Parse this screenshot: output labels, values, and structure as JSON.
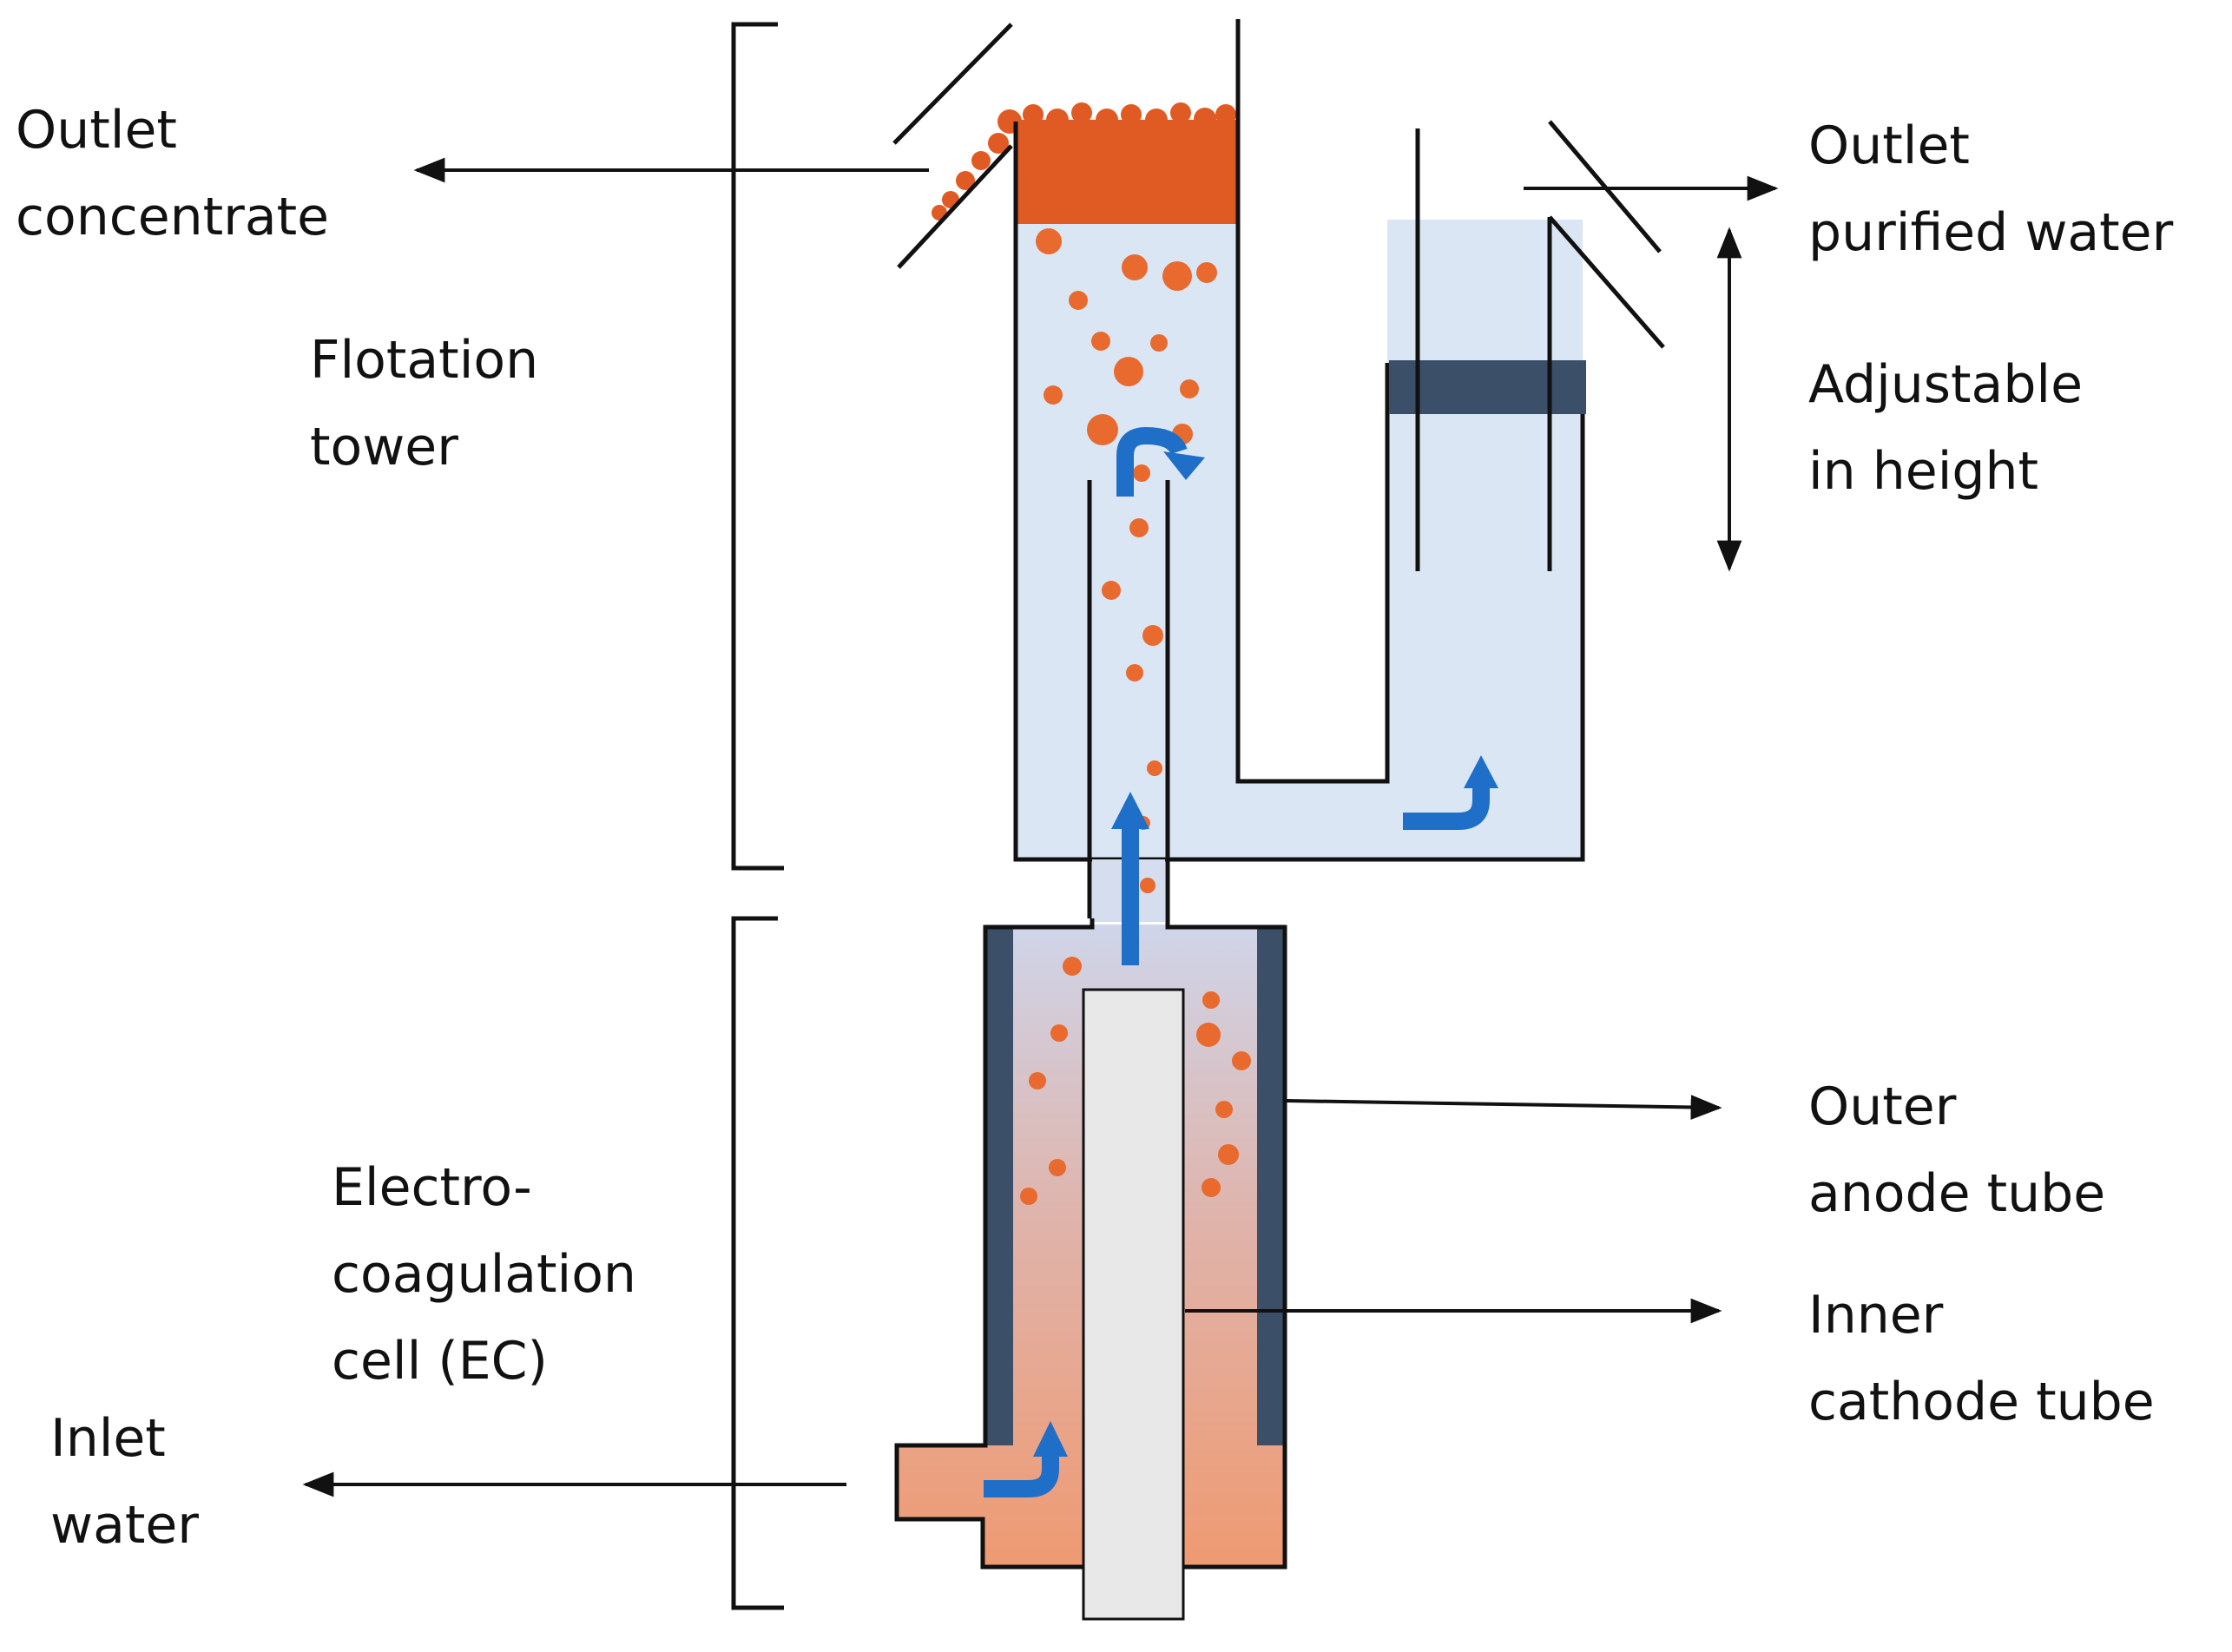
{
  "labels": {
    "outlet_concentrate": [
      "Outlet",
      "concentrate"
    ],
    "flotation_tower": [
      "Flotation",
      "tower"
    ],
    "outlet_purified_water": [
      "Outlet",
      "purified water"
    ],
    "adjustable_height": [
      "Adjustable",
      "in height"
    ],
    "electrocoagulation_cell": [
      "Electro-",
      "coagulation",
      "cell (EC)"
    ],
    "inlet_water": [
      "Inlet",
      "water"
    ],
    "outer_anode_tube": [
      "Outer",
      "anode tube"
    ],
    "inner_cathode_tube": [
      "Inner",
      "cathode tube"
    ]
  },
  "colors": {
    "water": "#dbe6f5",
    "concentrate": "#e05a23",
    "particles": "#e86a2e",
    "flow_arrows": "#1f6fc8",
    "anode": "#3b5068",
    "cathode": "#e8e8e8",
    "ec_water_top": "#cfd5ea",
    "ec_water_bottom": "#ef9a72",
    "outline": "#111111"
  }
}
